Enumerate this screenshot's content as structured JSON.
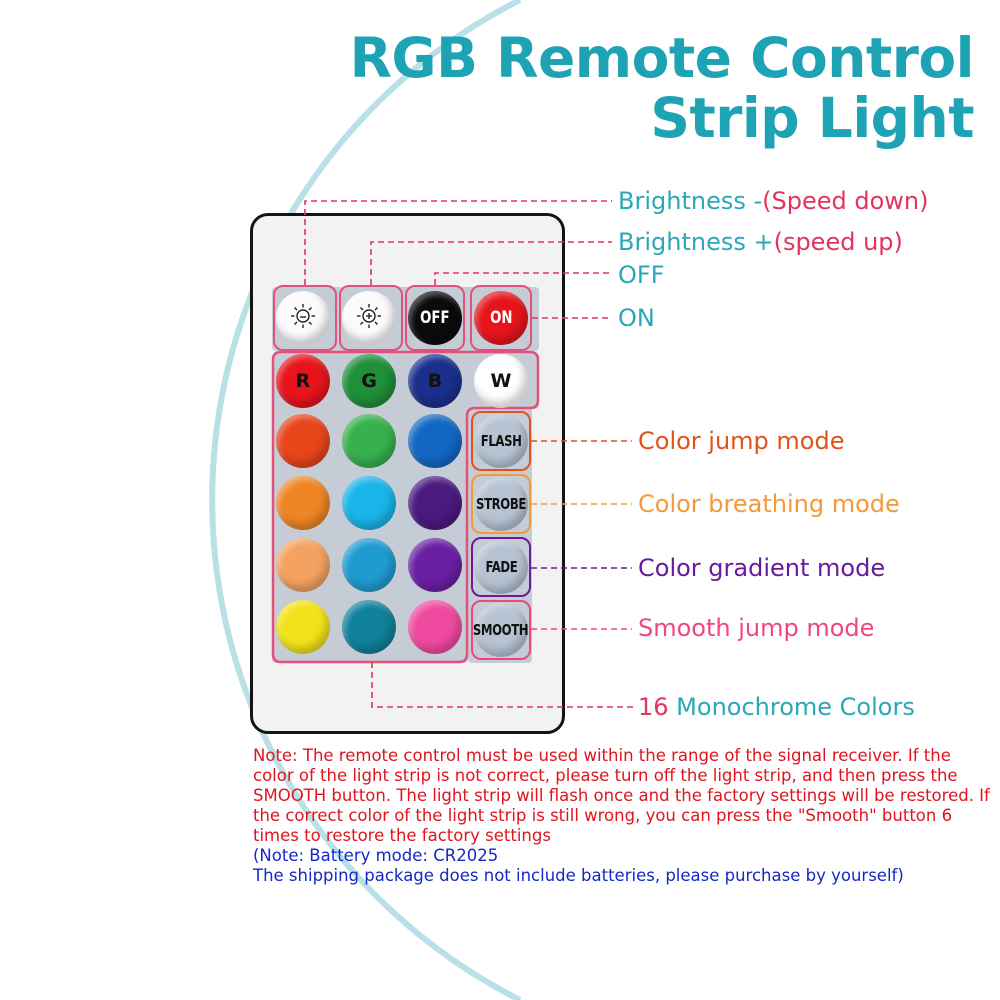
{
  "title": {
    "line1": "RGB Remote Control",
    "line2": "Strip Light"
  },
  "remote": {
    "top_row": [
      {
        "name": "brightness-down-button",
        "kind": "icon",
        "icon": "sun-down-icon",
        "color": "#ffffff"
      },
      {
        "name": "brightness-up-button",
        "kind": "icon",
        "icon": "sun-up-icon",
        "color": "#ffffff"
      },
      {
        "name": "off-button",
        "kind": "text",
        "label": "OFF",
        "color": "#0b0b0b",
        "text_color": "#ffffff"
      },
      {
        "name": "on-button",
        "kind": "text",
        "label": "ON",
        "color": "#e8141c",
        "text_color": "#ffffff"
      }
    ],
    "rgbw_row": [
      {
        "label": "R",
        "color": "#e8141c"
      },
      {
        "label": "G",
        "color": "#1f8f3a"
      },
      {
        "label": "B",
        "color": "#1a2f8c"
      },
      {
        "label": "W",
        "color": "#ffffff"
      }
    ],
    "color_grid": [
      [
        "#e8451b",
        "#37b14d",
        "#1267c4"
      ],
      [
        "#f08526",
        "#19b5e8",
        "#4b1a7e"
      ],
      [
        "#f4a261",
        "#1f9bd0",
        "#6a1fa3"
      ],
      [
        "#f2e21a",
        "#10819b",
        "#f04aa0"
      ]
    ],
    "mode_buttons": [
      "FLASH",
      "STROBE",
      "FADE",
      "SMOOTH"
    ]
  },
  "callouts": {
    "brightness_down": {
      "prefix": "Brightness -",
      "highlight": "(Speed down)"
    },
    "brightness_up": {
      "prefix": "Brightness +",
      "highlight": "(speed up)"
    },
    "off": "OFF",
    "on": "ON",
    "flash": "Color jump mode",
    "strobe": "Color breathing mode",
    "fade": "Color gradient mode",
    "smooth": "Smooth jump mode",
    "monochrome": {
      "number": "16",
      "text": " Monochrome Colors"
    }
  },
  "note": {
    "red": "Note: The remote control must be used within the range of the signal receiver. If the color of the light strip is not correct, please turn off the light strip, and then press the SMOOTH button. The light strip will flash once and the factory settings will be restored. If the correct color of the light strip is still wrong, you can press the \"Smooth\" button 6 times to restore the factory settings",
    "blue": "(Note: Battery mode: CR2025\nThe shipping package does not include batteries, please purchase by yourself)"
  },
  "colors": {
    "title_teal": "#1ea3b4",
    "callout_teal": "#2aa8b5",
    "callout_pink": "#e2345f",
    "flash_orange": "#e0541c",
    "strobe_orange": "#f29a3a",
    "fade_purple": "#6a1a9a",
    "smooth_pink": "#f0487e",
    "arc": "#b8e0e6"
  }
}
